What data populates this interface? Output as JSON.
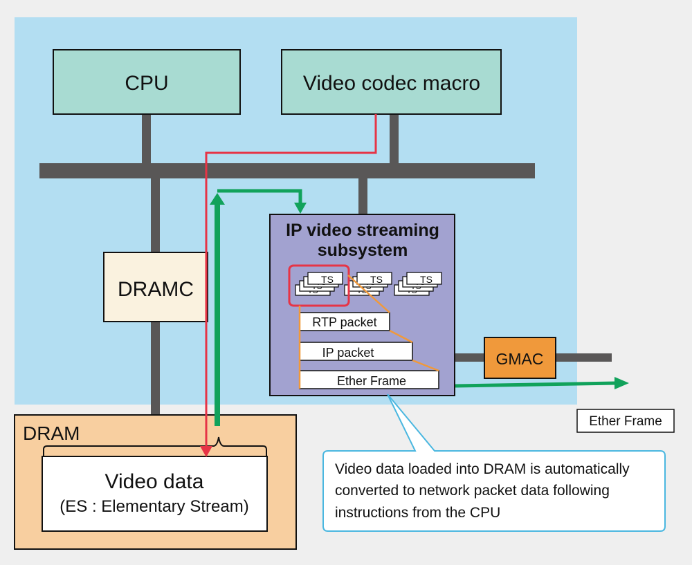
{
  "blocks": {
    "cpu": "CPU",
    "codec": "Video codec macro",
    "dramc": "DRAMC",
    "ipvs_line1": "IP video streaming",
    "ipvs_line2": "subsystem",
    "gmac": "GMAC",
    "dram": "DRAM",
    "video_data": "Video data",
    "video_data_sub": "(ES : Elementary Stream)"
  },
  "packets": {
    "ts": "TS",
    "rtp": "RTP packet",
    "ip": "IP packet",
    "ether": "Ether Frame"
  },
  "output_label": "Ether Frame",
  "callout": {
    "line1": "Video data loaded into DRAM is automatically",
    "line2": "converted to network packet data following",
    "line3": "instructions from the CPU"
  },
  "colors": {
    "soc_bg": "#b3def2",
    "module_teal": "#a8dbd2",
    "dramc_bg": "#faf2df",
    "dram_bg": "#f8cfa0",
    "ipvs_bg": "#a2a2d0",
    "gmac_bg": "#f0993b",
    "bus": "#595757",
    "red_path": "#e63446",
    "green_path": "#11a25b",
    "orange_line": "#f0993b",
    "callout_border": "#4ab7e0"
  }
}
